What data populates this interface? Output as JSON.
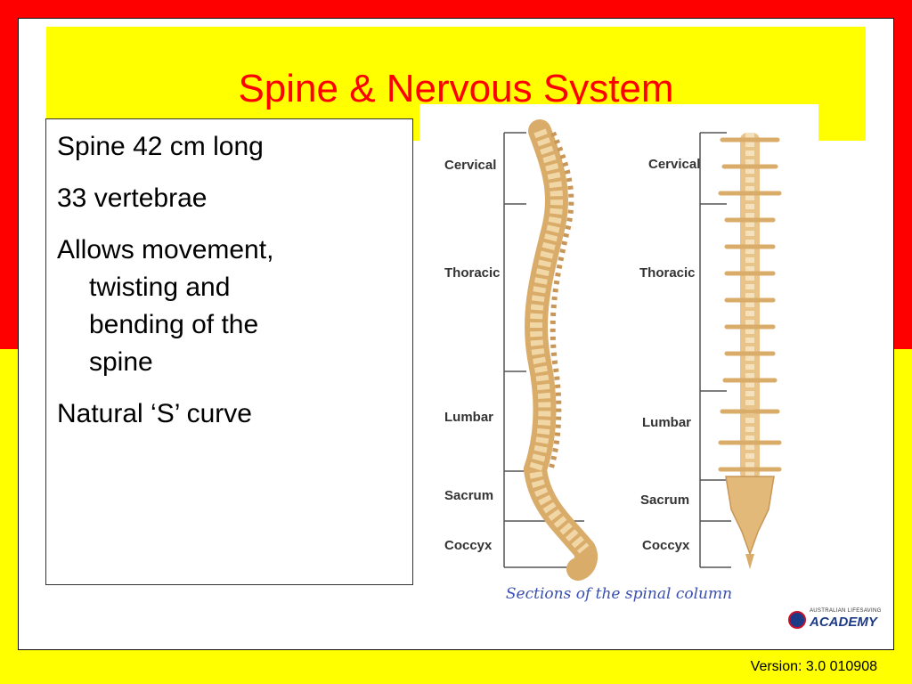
{
  "slide": {
    "title": "Spine & Nervous System",
    "bullets": [
      "Spine 42 cm long",
      "33 vertebrae",
      "Allows movement,",
      "Natural ‘S’ curve"
    ],
    "bullet_wrap": [
      "twisting and",
      "bending of the",
      "spine"
    ],
    "figure": {
      "left_labels": [
        "Cervical",
        "Thoracic",
        "Lumbar",
        "Sacrum",
        "Coccyx"
      ],
      "right_labels": [
        "Cervical",
        "Thoracic",
        "Lumbar",
        "Sacrum",
        "Coccyx"
      ],
      "caption": "Sections of the spinal column"
    },
    "logo": {
      "top": "AUSTRALIAN LIFESAVING",
      "main": "ACADEMY"
    },
    "version": "Version: 3.0 010908"
  },
  "colors": {
    "red": "#ff0000",
    "yellow": "#ffff00",
    "bone": "#e8c48a",
    "caption": "#3a4fb0"
  }
}
